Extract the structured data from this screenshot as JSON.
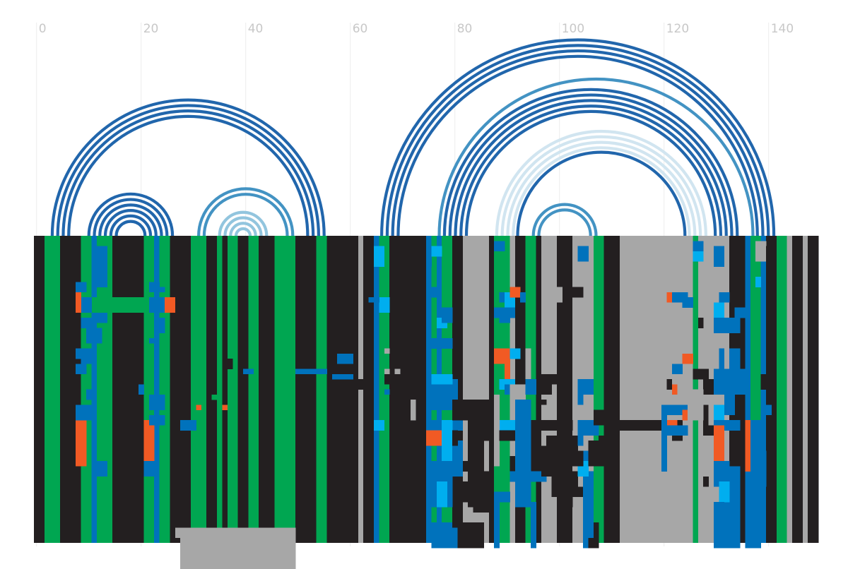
{
  "colors": {
    "black": "#231f20",
    "green": "#00a651",
    "blue": "#0072bc",
    "cyan": "#00aeef",
    "orange": "#f15a24",
    "gray": "#a7a7a7",
    "arc_dark": "#2166ac",
    "arc_mid": "#4393c3",
    "arc_light": "#92c5de",
    "arc_pale": "#d1e5f0",
    "grid": "#ececec",
    "tick": "#c8c8c8"
  },
  "axis": {
    "range": [
      -0.5,
      149.5
    ],
    "ticks": [
      {
        "value": 0,
        "label": "0"
      },
      {
        "value": 20,
        "label": "20"
      },
      {
        "value": 40,
        "label": "40"
      },
      {
        "value": 60,
        "label": "60"
      },
      {
        "value": 80,
        "label": "80"
      },
      {
        "value": 100,
        "label": "100"
      },
      {
        "value": 120,
        "label": "120"
      },
      {
        "value": 140,
        "label": "140"
      }
    ]
  },
  "arc_groups": [
    {
      "start": 3,
      "end": 55,
      "color": "arc_dark",
      "count": 4
    },
    {
      "start": 10,
      "end": 26,
      "color": "arc_dark",
      "count": 6
    },
    {
      "start": 31,
      "end": 49,
      "color": "arc_mid",
      "count": 2
    },
    {
      "start": 35,
      "end": 44,
      "color": "arc_light",
      "count": 4
    },
    {
      "start": 66,
      "end": 141,
      "color": "arc_dark",
      "count": 4
    },
    {
      "start": 77,
      "end": 137,
      "color": "arc_mid",
      "count": 1
    },
    {
      "start": 78,
      "end": 134,
      "color": "arc_dark",
      "count": 5
    },
    {
      "start": 88,
      "end": 128,
      "color": "arc_pale",
      "count": 4
    },
    {
      "start": 92,
      "end": 124,
      "color": "arc_dark",
      "count": 1
    },
    {
      "start": 95,
      "end": 107,
      "color": "arc_mid",
      "count": 2
    }
  ],
  "base_columns": [
    "black",
    "black",
    "green",
    "green",
    "green",
    "black",
    "black",
    "black",
    "black",
    "green",
    "green",
    "blue",
    "green",
    "green",
    "green",
    "black",
    "black",
    "black",
    "black",
    "black",
    "black",
    "green",
    "green",
    "blue",
    "green",
    "green",
    "black",
    "black",
    "black",
    "black",
    "green",
    "green",
    "green",
    "black",
    "black",
    "green",
    "black",
    "green",
    "green",
    "black",
    "black",
    "green",
    "green",
    "black",
    "black",
    "black",
    "green",
    "green",
    "green",
    "green",
    "black",
    "black",
    "black",
    "black",
    "green",
    "green",
    "black",
    "black",
    "black",
    "black",
    "black",
    "black",
    "gray",
    "black",
    "black",
    "blue",
    "green",
    "green",
    "black",
    "black",
    "black",
    "black",
    "black",
    "black",
    "black",
    "blue",
    "green",
    "blue",
    "green",
    "green",
    "black",
    "black",
    "gray",
    "gray",
    "gray",
    "gray",
    "gray",
    "black",
    "green",
    "green",
    "green",
    "gray",
    "black",
    "black",
    "green",
    "green",
    "black",
    "gray",
    "gray",
    "gray",
    "black",
    "black",
    "black",
    "gray",
    "gray",
    "gray",
    "gray",
    "green",
    "green",
    "black",
    "black",
    "black",
    "gray",
    "gray",
    "gray",
    "gray",
    "gray",
    "gray",
    "gray",
    "gray",
    "gray",
    "gray",
    "gray",
    "gray",
    "gray",
    "gray",
    "green",
    "gray",
    "gray",
    "gray",
    "gray",
    "gray",
    "gray",
    "black",
    "black",
    "black",
    "blue",
    "green",
    "green",
    "blue",
    "black",
    "black",
    "green",
    "green",
    "gray",
    "black",
    "black",
    "gray",
    "black",
    "black"
  ],
  "patches": [
    [
      8,
      26,
      12,
      14,
      "green"
    ],
    [
      9,
      10,
      12,
      14,
      "blue"
    ],
    [
      8,
      8,
      11,
      14,
      "orange"
    ],
    [
      9,
      10,
      16,
      17,
      "blue"
    ],
    [
      10,
      11,
      18,
      20,
      "blue"
    ],
    [
      22,
      24,
      12,
      14,
      "blue"
    ],
    [
      25,
      26,
      12,
      14,
      "orange"
    ],
    [
      23,
      24,
      16,
      18,
      "blue"
    ],
    [
      22,
      22,
      20,
      20,
      "blue"
    ],
    [
      8,
      9,
      9,
      10,
      "blue"
    ],
    [
      11,
      11,
      9,
      10,
      "blue"
    ],
    [
      22,
      23,
      9,
      10,
      "blue"
    ],
    [
      24,
      24,
      10,
      10,
      "blue"
    ],
    [
      12,
      13,
      2,
      9,
      "blue"
    ],
    [
      12,
      13,
      15,
      16,
      "blue"
    ],
    [
      11,
      12,
      18,
      20,
      "blue"
    ],
    [
      9,
      10,
      22,
      24,
      "blue"
    ],
    [
      8,
      9,
      25,
      26,
      "blue"
    ],
    [
      8,
      9,
      36,
      44,
      "orange"
    ],
    [
      21,
      22,
      36,
      44,
      "orange"
    ],
    [
      8,
      8,
      38,
      40,
      "orange"
    ],
    [
      21,
      21,
      38,
      40,
      "orange"
    ],
    [
      22,
      24,
      35,
      36,
      "blue"
    ],
    [
      10,
      11,
      30,
      31,
      "blue"
    ],
    [
      8,
      8,
      22,
      23,
      "blue"
    ],
    [
      9,
      9,
      41,
      44,
      "orange"
    ],
    [
      21,
      21,
      41,
      44,
      "orange"
    ],
    [
      12,
      13,
      44,
      46,
      "blue"
    ],
    [
      21,
      22,
      44,
      46,
      "blue"
    ],
    [
      8,
      9,
      33,
      35,
      "blue"
    ],
    [
      10,
      11,
      33,
      35,
      "blue"
    ],
    [
      22,
      24,
      31,
      33,
      "blue"
    ],
    [
      20,
      20,
      29,
      30,
      "blue"
    ],
    [
      30,
      31,
      13,
      15,
      "green"
    ],
    [
      28,
      30,
      36,
      37,
      "blue"
    ],
    [
      34,
      34,
      31,
      31,
      "green"
    ],
    [
      40,
      41,
      26,
      26,
      "blue"
    ],
    [
      31,
      31,
      33,
      33,
      "orange"
    ],
    [
      36,
      36,
      33,
      33,
      "orange"
    ],
    [
      37,
      37,
      24,
      25,
      "black"
    ],
    [
      28,
      49,
      57,
      68,
      "gray"
    ],
    [
      27,
      28,
      57,
      58,
      "gray"
    ],
    [
      56,
      59,
      28,
      28,
      "black"
    ],
    [
      61,
      61,
      28,
      28,
      "black"
    ],
    [
      50,
      53,
      26,
      26,
      "blue"
    ],
    [
      54,
      55,
      26,
      26,
      "blue"
    ],
    [
      58,
      60,
      23,
      24,
      "blue"
    ],
    [
      57,
      60,
      27,
      27,
      "blue"
    ],
    [
      63,
      63,
      21,
      22,
      "black"
    ],
    [
      67,
      67,
      22,
      22,
      "gray"
    ],
    [
      67,
      67,
      26,
      26,
      "gray"
    ],
    [
      69,
      69,
      26,
      26,
      "gray"
    ],
    [
      67,
      68,
      27,
      28,
      "black"
    ],
    [
      67,
      67,
      30,
      30,
      "blue"
    ],
    [
      62,
      62,
      28,
      29,
      "black"
    ],
    [
      65,
      66,
      2,
      5,
      "cyan"
    ],
    [
      66,
      67,
      12,
      14,
      "cyan"
    ],
    [
      64,
      65,
      12,
      12,
      "blue"
    ],
    [
      65,
      66,
      36,
      37,
      "cyan"
    ],
    [
      70,
      71,
      32,
      39,
      "black"
    ],
    [
      72,
      72,
      32,
      35,
      "gray"
    ],
    [
      75,
      75,
      2,
      5,
      "blue"
    ],
    [
      76,
      77,
      2,
      3,
      "cyan"
    ],
    [
      76,
      76,
      10,
      11,
      "blue"
    ],
    [
      77,
      78,
      16,
      17,
      "cyan"
    ],
    [
      75,
      79,
      20,
      21,
      "blue"
    ],
    [
      78,
      79,
      14,
      16,
      "blue"
    ],
    [
      75,
      80,
      28,
      33,
      "blue"
    ],
    [
      76,
      79,
      27,
      28,
      "cyan"
    ],
    [
      75,
      81,
      36,
      37,
      "blue"
    ],
    [
      75,
      77,
      38,
      40,
      "orange"
    ],
    [
      78,
      79,
      36,
      46,
      "cyan"
    ],
    [
      80,
      81,
      40,
      46,
      "blue"
    ],
    [
      75,
      79,
      44,
      52,
      "blue"
    ],
    [
      77,
      78,
      48,
      52,
      "cyan"
    ],
    [
      76,
      81,
      56,
      60,
      "blue"
    ],
    [
      80,
      80,
      38,
      40,
      "black"
    ],
    [
      80,
      82,
      32,
      35,
      "black"
    ],
    [
      82,
      86,
      32,
      34,
      "black"
    ],
    [
      83,
      86,
      35,
      39,
      "black"
    ],
    [
      83,
      85,
      40,
      45,
      "black"
    ],
    [
      82,
      82,
      44,
      45,
      "black"
    ],
    [
      83,
      86,
      46,
      52,
      "black"
    ],
    [
      82,
      82,
      48,
      49,
      "black"
    ],
    [
      81,
      82,
      48,
      50,
      "black"
    ],
    [
      81,
      85,
      49,
      51,
      "black"
    ],
    [
      84,
      86,
      52,
      53,
      "black"
    ],
    [
      80,
      80,
      55,
      56,
      "black"
    ],
    [
      81,
      85,
      56,
      60,
      "black"
    ],
    [
      88,
      89,
      1,
      2,
      "blue"
    ],
    [
      89,
      89,
      11,
      12,
      "blue"
    ],
    [
      89,
      90,
      14,
      16,
      "blue"
    ],
    [
      90,
      91,
      11,
      13,
      "cyan"
    ],
    [
      91,
      92,
      10,
      11,
      "orange"
    ],
    [
      93,
      93,
      11,
      12,
      "blue"
    ],
    [
      88,
      91,
      14,
      15,
      "blue"
    ],
    [
      88,
      90,
      22,
      24,
      "orange"
    ],
    [
      91,
      92,
      22,
      23,
      "cyan"
    ],
    [
      90,
      90,
      25,
      27,
      "orange"
    ],
    [
      89,
      91,
      28,
      29,
      "cyan"
    ],
    [
      90,
      92,
      29,
      30,
      "blue"
    ],
    [
      88,
      90,
      36,
      37,
      "orange"
    ],
    [
      89,
      92,
      36,
      38,
      "cyan"
    ],
    [
      88,
      88,
      38,
      39,
      "blue"
    ],
    [
      89,
      89,
      38,
      39,
      "blue"
    ],
    [
      88,
      90,
      50,
      51,
      "blue"
    ],
    [
      88,
      88,
      31,
      44,
      "gray"
    ],
    [
      91,
      91,
      29,
      32,
      "gray"
    ],
    [
      92,
      93,
      29,
      32,
      "gray"
    ],
    [
      94,
      94,
      22,
      28,
      "gray"
    ],
    [
      93,
      93,
      31,
      34,
      "gray"
    ],
    [
      94,
      95,
      28,
      30,
      "blue"
    ],
    [
      92,
      96,
      36,
      37,
      "black"
    ],
    [
      89,
      96,
      38,
      39,
      "black"
    ],
    [
      93,
      96,
      40,
      40,
      "black"
    ],
    [
      92,
      97,
      41,
      42,
      "black"
    ],
    [
      91,
      96,
      43,
      45,
      "black"
    ],
    [
      91,
      93,
      46,
      47,
      "blue"
    ],
    [
      95,
      97,
      46,
      47,
      "blue"
    ],
    [
      93,
      94,
      48,
      50,
      "blue"
    ],
    [
      88,
      88,
      52,
      60,
      "blue"
    ],
    [
      95,
      95,
      52,
      60,
      "blue"
    ],
    [
      92,
      94,
      32,
      52,
      "blue"
    ],
    [
      97,
      102,
      36,
      37,
      "black"
    ],
    [
      98,
      103,
      39,
      40,
      "black"
    ],
    [
      97,
      103,
      41,
      42,
      "black"
    ],
    [
      97,
      100,
      43,
      46,
      "black"
    ],
    [
      99,
      103,
      46,
      48,
      "black"
    ],
    [
      99,
      104,
      49,
      50,
      "black"
    ],
    [
      100,
      102,
      51,
      52,
      "black"
    ],
    [
      96,
      97,
      32,
      32,
      "black"
    ],
    [
      97,
      98,
      29,
      30,
      "black"
    ],
    [
      97,
      99,
      27,
      28,
      "black"
    ],
    [
      101,
      104,
      10,
      11,
      "black"
    ],
    [
      98,
      100,
      10,
      12,
      "gray"
    ],
    [
      104,
      105,
      2,
      4,
      "blue"
    ],
    [
      105,
      106,
      28,
      30,
      "blue"
    ],
    [
      105,
      106,
      42,
      43,
      "blue"
    ],
    [
      104,
      104,
      28,
      32,
      "blue"
    ],
    [
      103,
      103,
      42,
      44,
      "blue"
    ],
    [
      106,
      107,
      36,
      37,
      "cyan"
    ],
    [
      104,
      104,
      38,
      40,
      "blue"
    ],
    [
      105,
      106,
      46,
      60,
      "blue"
    ],
    [
      104,
      105,
      44,
      46,
      "cyan"
    ],
    [
      104,
      107,
      36,
      38,
      "blue"
    ],
    [
      106,
      108,
      40,
      44,
      "black"
    ],
    [
      102,
      104,
      42,
      44,
      "black"
    ],
    [
      107,
      109,
      34,
      36,
      "black"
    ],
    [
      108,
      110,
      39,
      42,
      "black"
    ],
    [
      109,
      109,
      44,
      46,
      "black"
    ],
    [
      107,
      107,
      56,
      60,
      "black"
    ],
    [
      106,
      106,
      59,
      60,
      "black"
    ],
    [
      110,
      123,
      36,
      37,
      "black"
    ],
    [
      122,
      123,
      37,
      39,
      "black"
    ],
    [
      121,
      122,
      11,
      12,
      "orange"
    ],
    [
      122,
      124,
      11,
      12,
      "blue"
    ],
    [
      124,
      125,
      23,
      24,
      "orange"
    ],
    [
      122,
      123,
      25,
      26,
      "blue"
    ],
    [
      122,
      122,
      29,
      30,
      "orange"
    ],
    [
      121,
      124,
      33,
      34,
      "blue"
    ],
    [
      124,
      124,
      34,
      35,
      "orange"
    ],
    [
      121,
      122,
      36,
      38,
      "orange"
    ],
    [
      121,
      124,
      37,
      38,
      "blue"
    ],
    [
      120,
      120,
      33,
      45,
      "blue"
    ],
    [
      121,
      121,
      28,
      29,
      "black"
    ],
    [
      126,
      127,
      1,
      2,
      "blue"
    ],
    [
      126,
      127,
      3,
      4,
      "cyan"
    ],
    [
      124,
      125,
      12,
      13,
      "blue"
    ],
    [
      127,
      127,
      16,
      17,
      "black"
    ],
    [
      126,
      128,
      26,
      27,
      "black"
    ],
    [
      128,
      129,
      28,
      30,
      "black"
    ],
    [
      128,
      130,
      33,
      38,
      "black"
    ],
    [
      129,
      130,
      33,
      36,
      "gray"
    ],
    [
      128,
      128,
      47,
      48,
      "black"
    ],
    [
      125,
      127,
      32,
      35,
      "gray"
    ],
    [
      124,
      127,
      30,
      31,
      "gray"
    ],
    [
      130,
      131,
      2,
      5,
      "blue"
    ],
    [
      130,
      131,
      13,
      15,
      "cyan"
    ],
    [
      131,
      132,
      11,
      12,
      "blue"
    ],
    [
      130,
      134,
      16,
      18,
      "blue"
    ],
    [
      131,
      131,
      22,
      25,
      "blue"
    ],
    [
      133,
      134,
      22,
      25,
      "blue"
    ],
    [
      130,
      135,
      26,
      30,
      "blue"
    ],
    [
      132,
      133,
      31,
      34,
      "blue"
    ],
    [
      130,
      131,
      33,
      35,
      "cyan"
    ],
    [
      130,
      134,
      36,
      37,
      "blue"
    ],
    [
      130,
      131,
      37,
      45,
      "orange"
    ],
    [
      130,
      132,
      44,
      48,
      "blue"
    ],
    [
      132,
      134,
      45,
      60,
      "blue"
    ],
    [
      131,
      132,
      48,
      51,
      "cyan"
    ],
    [
      130,
      131,
      52,
      60,
      "blue"
    ],
    [
      134,
      135,
      14,
      15,
      "blue"
    ],
    [
      134,
      134,
      24,
      25,
      "blue"
    ],
    [
      138,
      138,
      8,
      9,
      "cyan"
    ],
    [
      138,
      139,
      1,
      4,
      "gray"
    ],
    [
      140,
      141,
      2,
      5,
      "black"
    ],
    [
      139,
      141,
      27,
      29,
      "black"
    ],
    [
      139,
      140,
      33,
      34,
      "blue"
    ],
    [
      136,
      137,
      36,
      45,
      "orange"
    ],
    [
      137,
      138,
      36,
      60,
      "blue"
    ],
    [
      137,
      139,
      42,
      48,
      "blue"
    ],
    [
      136,
      136,
      52,
      60,
      "blue"
    ]
  ]
}
